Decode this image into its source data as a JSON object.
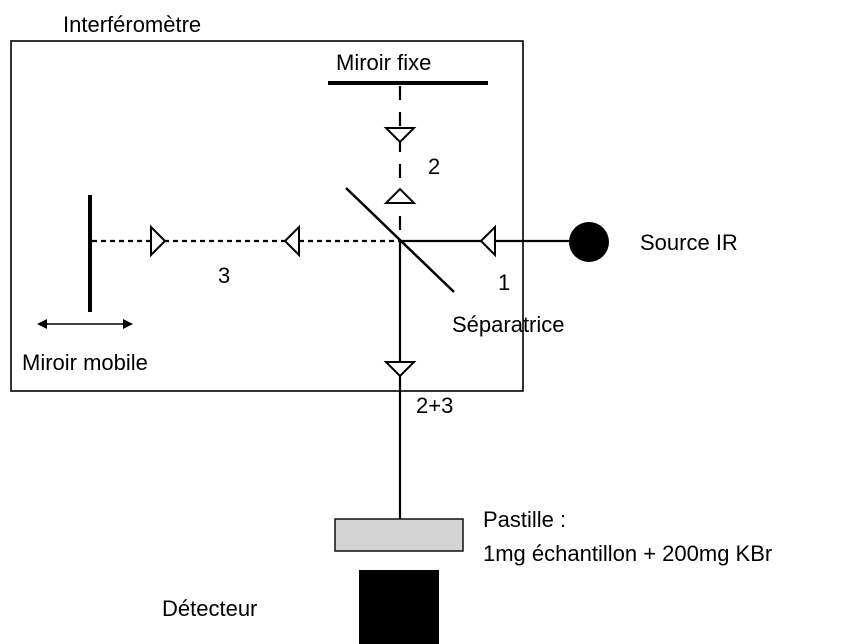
{
  "diagram": {
    "title": "Interféromètre",
    "labels": {
      "fixed_mirror": "Miroir fixe",
      "moving_mirror": "Miroir mobile",
      "source": "Source IR",
      "beam_splitter": "Séparatrice",
      "detector": "Détecteur",
      "pellet_title": "Pastille :",
      "pellet_composition": "1mg échantillon + 200mg KBr"
    },
    "beams": {
      "b1": "1",
      "b2": "2",
      "b3": "3",
      "b23": "2+3"
    },
    "colors": {
      "line": "#000000",
      "source": "#000000",
      "pellet_fill": "#d4d4d4",
      "detector": "#000000",
      "background": "#ffffff"
    }
  }
}
